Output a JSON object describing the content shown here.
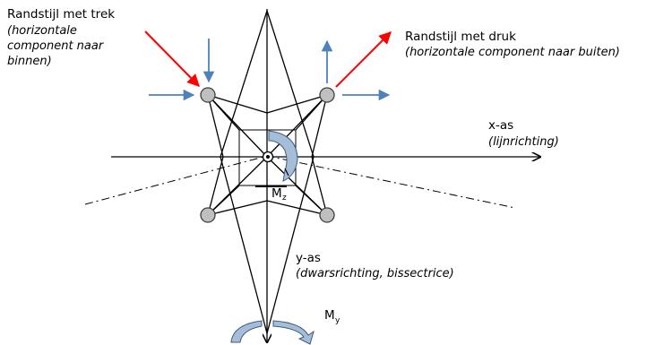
{
  "labels": {
    "trek_title": "Randstijl met trek",
    "trek_desc_1": "(horizontale",
    "trek_desc_2": "component naar",
    "trek_desc_3": "binnen)",
    "druk_title": "Randstijl met druk",
    "druk_desc": "(horizontale component naar buiten)",
    "x_axis": "x-as",
    "x_axis_desc": "(lijnrichting)",
    "y_axis": "y-as",
    "y_axis_desc": "(dwarsrichting, bissectrice)",
    "mz_main": "M",
    "mz_sub": "z",
    "my_main": "M",
    "my_sub": "y"
  },
  "colors": {
    "red_arrow": "#ff0000",
    "blue_arrow": "#4f81bd",
    "node_fill": "#bfbfbf",
    "moment_fill": "#a6bdd7",
    "line": "#000000"
  }
}
